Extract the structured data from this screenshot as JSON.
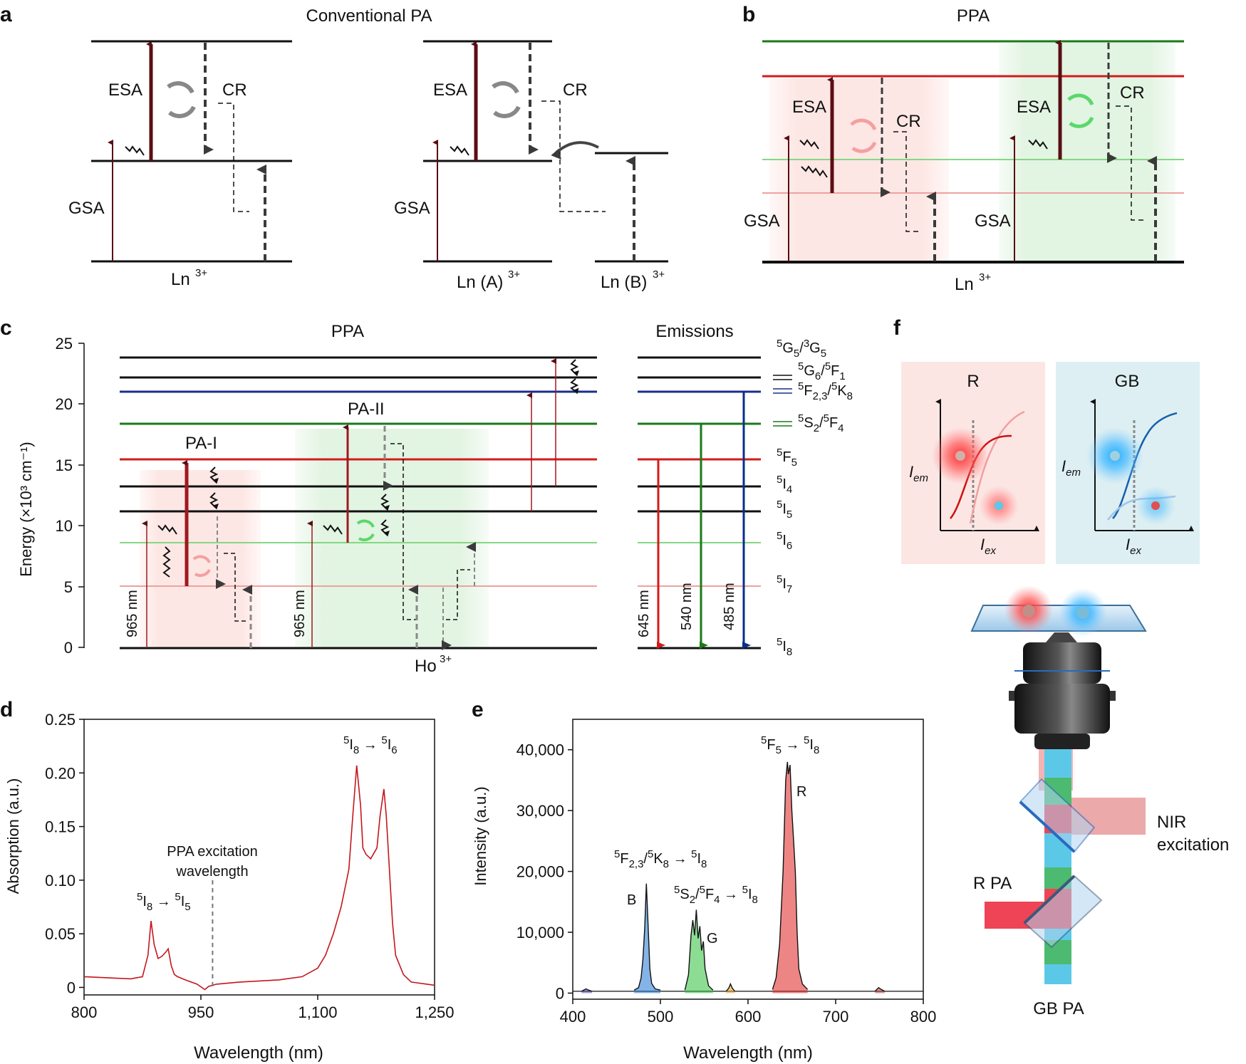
{
  "panels": {
    "a": {
      "letter": "a",
      "title": "Conventional PA",
      "esa": "ESA",
      "cr": "CR",
      "gsa": "GSA",
      "ion": "Ln",
      "ion_sup": "3+",
      "ion_a": "Ln (A)",
      "ion_a_sup": "3+",
      "ion_b": "Ln (B)",
      "ion_b_sup": "3+"
    },
    "b": {
      "letter": "b",
      "title": "PPA",
      "esa": "ESA",
      "cr": "CR",
      "gsa": "GSA",
      "ion": "Ln",
      "ion_sup": "3+"
    },
    "c": {
      "letter": "c",
      "title": "PPA",
      "emissions_title": "Emissions",
      "ylabel": "Energy (×10³ cm⁻¹)",
      "yticks": [
        "0",
        "5",
        "10",
        "15",
        "20",
        "25"
      ],
      "pa1": "PA-I",
      "pa2": "PA-II",
      "exc1": "965 nm",
      "exc2": "965 nm",
      "ion": "Ho",
      "ion_sup": "3+",
      "emissions": [
        "645 nm",
        "540 nm",
        "485 nm"
      ],
      "levels": [
        {
          "main": "5",
          "sym": "G",
          "sub": "5",
          "main2": "/",
          "sup2": "3",
          "sym2": "G",
          "sub2": "5"
        },
        {
          "main": "5",
          "sym": "G",
          "sub": "6",
          "main2": "/",
          "sup2": "5",
          "sym2": "F",
          "sub2": "1"
        },
        {
          "main": "5",
          "sym": "F",
          "sub": "2,3",
          "main2": "/",
          "sup2": "5",
          "sym2": "K",
          "sub2": "8"
        },
        {
          "main": "5",
          "sym": "S",
          "sub": "2",
          "main2": "/",
          "sup2": "5",
          "sym2": "F",
          "sub2": "4"
        },
        {
          "main": "5",
          "sym": "F",
          "sub": "5"
        },
        {
          "main": "5",
          "sym": "I",
          "sub": "4"
        },
        {
          "main": "5",
          "sym": "I",
          "sub": "5"
        },
        {
          "main": "5",
          "sym": "I",
          "sub": "6"
        },
        {
          "main": "5",
          "sym": "I",
          "sub": "7"
        },
        {
          "main": "5",
          "sym": "I",
          "sub": "8"
        }
      ]
    },
    "d": {
      "letter": "d",
      "ylabel": "Absorption (a.u.)",
      "xlabel": "Wavelength (nm)",
      "annot_exc": [
        "PPA excitation",
        "wavelength"
      ],
      "annot_t1": {
        "a": "5",
        "b": "I",
        "c": "8",
        "d": "5",
        "e": "I",
        "f": "5"
      },
      "annot_t2": {
        "a": "5",
        "b": "I",
        "c": "8",
        "d": "5",
        "e": "I",
        "f": "6"
      },
      "xticks": [
        "800",
        "950",
        "1,100",
        "1,250"
      ],
      "yticks": [
        "0",
        "0.05",
        "0.10",
        "0.15",
        "0.20",
        "0.25"
      ]
    },
    "e": {
      "letter": "e",
      "ylabel": "Intensity (a.u.)",
      "xlabel": "Wavelength (nm)",
      "xticks": [
        "400",
        "500",
        "600",
        "700",
        "800"
      ],
      "yticks": [
        "0",
        "10,000",
        "20,000",
        "30,000",
        "40,000"
      ],
      "peak_b": "B",
      "peak_g": "G",
      "peak_r": "R"
    },
    "f": {
      "letter": "f",
      "r_label": "R",
      "gb_label": "GB",
      "iem": "I",
      "iem_sub": "em",
      "iex": "I",
      "iex_sub": "ex",
      "nir": [
        "NIR",
        "excitation"
      ],
      "rpa": "R PA",
      "gbpa": "GB PA"
    }
  },
  "chart_data": [
    {
      "type": "line",
      "title": "",
      "xlabel": "Wavelength (nm)",
      "ylabel": "Absorption (a.u.)",
      "xlim": [
        800,
        1250
      ],
      "ylim": [
        0,
        0.25
      ],
      "color": "#c4161c",
      "x": [
        800,
        830,
        860,
        875,
        882,
        886,
        890,
        895,
        900,
        905,
        908,
        912,
        916,
        920,
        930,
        945,
        955,
        960,
        970,
        1000,
        1050,
        1080,
        1100,
        1110,
        1120,
        1130,
        1140,
        1145,
        1150,
        1155,
        1158,
        1162,
        1168,
        1172,
        1176,
        1180,
        1185,
        1188,
        1192,
        1196,
        1200,
        1210,
        1220,
        1250
      ],
      "y": [
        0.01,
        0.009,
        0.008,
        0.01,
        0.03,
        0.062,
        0.04,
        0.027,
        0.029,
        0.033,
        0.036,
        0.02,
        0.012,
        0.01,
        0.007,
        0.003,
        -0.002,
        0.001,
        0.003,
        0.005,
        0.007,
        0.01,
        0.018,
        0.03,
        0.05,
        0.075,
        0.11,
        0.16,
        0.207,
        0.17,
        0.13,
        0.124,
        0.12,
        0.125,
        0.13,
        0.16,
        0.185,
        0.16,
        0.11,
        0.06,
        0.03,
        0.012,
        0.005,
        0.002
      ],
      "annotations": [
        "⁵I₈ → ⁵I₅",
        "⁵I₈ → ⁵I₆",
        "PPA excitation wavelength"
      ],
      "excitation_line_x": 965
    },
    {
      "type": "area",
      "title": "",
      "xlabel": "Wavelength (nm)",
      "ylabel": "Intensity (a.u.)",
      "xlim": [
        400,
        800
      ],
      "ylim": [
        0,
        45000
      ],
      "series": [
        {
          "name": "B",
          "color": "#1f77d4",
          "x": [
            470,
            475,
            478,
            480,
            482,
            484,
            486,
            488,
            490,
            494,
            500
          ],
          "y": [
            500,
            900,
            2500,
            5500,
            10500,
            18000,
            11000,
            4000,
            1600,
            700,
            500
          ]
        },
        {
          "name": "G",
          "color": "#2fbf3a",
          "x": [
            528,
            532,
            535,
            537,
            539,
            541,
            543,
            545,
            547,
            549,
            551,
            555,
            560
          ],
          "y": [
            500,
            3000,
            9500,
            12000,
            9500,
            13700,
            9000,
            11000,
            7000,
            8500,
            4000,
            1200,
            500
          ]
        },
        {
          "name": "R",
          "color": "#e02020",
          "x": [
            628,
            632,
            636,
            640,
            643,
            645,
            646,
            648,
            650,
            652,
            654,
            656,
            658,
            662,
            668
          ],
          "y": [
            600,
            2500,
            8000,
            20000,
            35000,
            38000,
            36000,
            37500,
            30000,
            25000,
            20000,
            10000,
            4000,
            1500,
            600
          ]
        },
        {
          "name": "",
          "color": "#e8a020",
          "x": [
            575,
            578,
            580,
            582,
            585
          ],
          "y": [
            300,
            800,
            1500,
            800,
            300
          ]
        },
        {
          "name": "",
          "color": "#5050c0",
          "x": [
            410,
            415,
            418,
            422
          ],
          "y": [
            300,
            700,
            500,
            300
          ]
        },
        {
          "name": "",
          "color": "#c04040",
          "x": [
            745,
            749,
            752,
            756
          ],
          "y": [
            300,
            900,
            600,
            300
          ]
        }
      ],
      "annotations": [
        "⁵F₂,₃/⁵K₈ → ⁵I₈",
        "⁵S₂/⁵F₄ → ⁵I₈",
        "⁵F₅ → ⁵I₈"
      ]
    }
  ]
}
